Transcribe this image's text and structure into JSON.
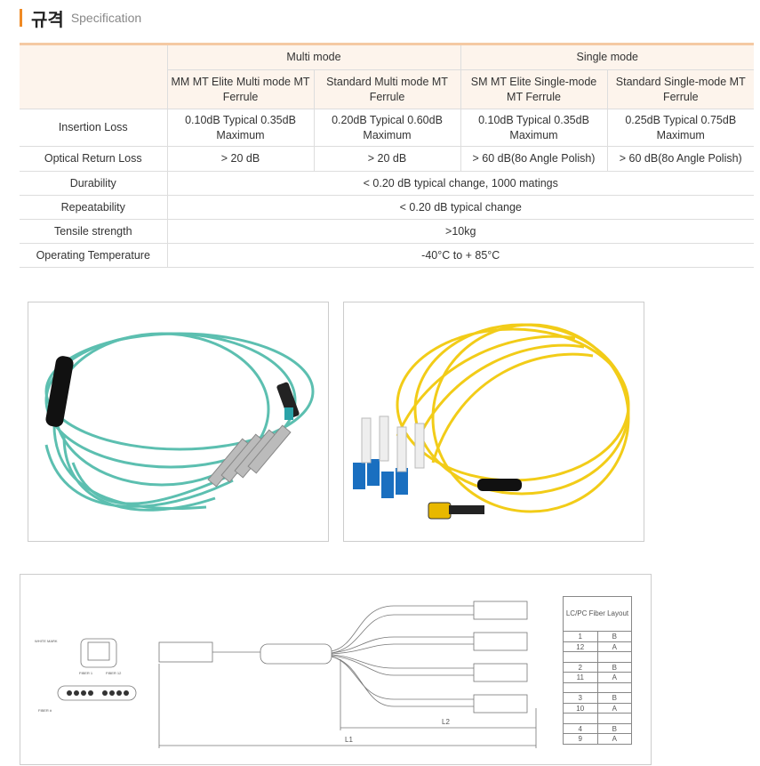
{
  "heading": {
    "ko": "규격",
    "en": "Specification"
  },
  "table": {
    "groups": [
      "Multi mode",
      "Single mode"
    ],
    "columns": [
      "MM MT Elite Multi mode MT Ferrule",
      "Standard Multi mode MT Ferrule",
      "SM MT Elite Single-mode MT Ferrule",
      "Standard Single-mode MT Ferrule"
    ],
    "insertion": {
      "label": "Insertion Loss",
      "values": [
        "0.10dB Typical 0.35dB Maximum",
        "0.20dB Typical 0.60dB Maximum",
        "0.10dB Typical 0.35dB Maximum",
        "0.25dB Typical 0.75dB Maximum"
      ]
    },
    "orl": {
      "label": "Optical Return Loss",
      "values": [
        "> 20 dB",
        "> 20 dB",
        "> 60 dB(8o Angle Polish)",
        "> 60 dB(8o Angle Polish)"
      ]
    },
    "durability": {
      "label": "Durability",
      "value": "< 0.20 dB typical change, 1000 matings"
    },
    "repeatability": {
      "label": "Repeatability",
      "value": "< 0.20 dB typical change"
    },
    "tensile": {
      "label": "Tensile strength",
      "value": ">10kg"
    },
    "temp": {
      "label": "Operating Temperature",
      "value": "-40°C to + 85°C"
    }
  },
  "diagram": {
    "white_mark": "WHITE MARK",
    "fiber1": "FIBER 1",
    "fiber12": "FIBER 12",
    "fiber_hash": "FIBER #",
    "l1": "L1",
    "l2": "L2",
    "layout_title": "LC/PC Fiber Layout",
    "layout": [
      [
        "1",
        "B"
      ],
      [
        "12",
        "A"
      ],
      [
        "2",
        "B"
      ],
      [
        "11",
        "A"
      ],
      [
        "3",
        "B"
      ],
      [
        "10",
        "A"
      ],
      [
        "4",
        "B"
      ],
      [
        "9",
        "A"
      ]
    ]
  }
}
